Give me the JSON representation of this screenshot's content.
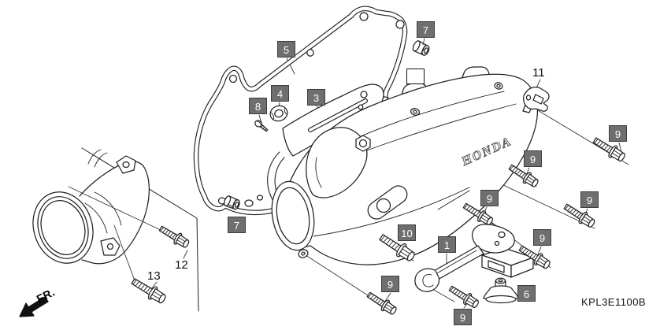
{
  "diagram": {
    "code": "KPL3E1100B",
    "front_label": "FR.",
    "cover_logo": "HONDA",
    "colors": {
      "badge_bg": "#6f6f6f",
      "badge_border": "#3d3d3d",
      "badge_text": "#ffffff",
      "line": "#222222",
      "leader": "#3a3a3a"
    },
    "callouts": {
      "c1": "1",
      "c3": "3",
      "c4": "4",
      "c5": "5",
      "c6": "6",
      "c7": "7",
      "c8": "8",
      "c9": "9",
      "c10": "10",
      "c11": "11",
      "c12": "12",
      "c13": "13"
    }
  }
}
